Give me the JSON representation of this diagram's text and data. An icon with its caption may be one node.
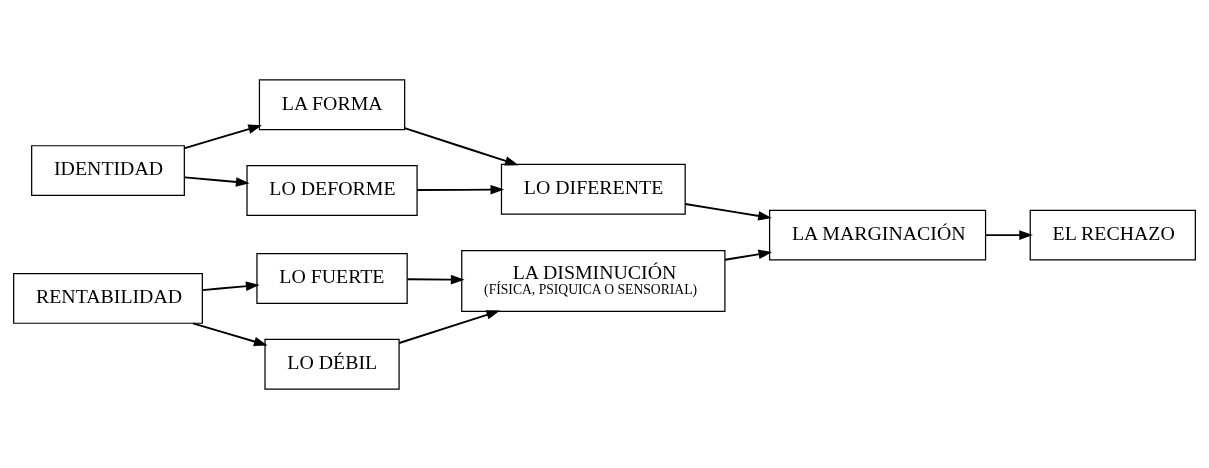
{
  "diagram": {
    "nodes": [
      {
        "text": [
          "IDENTIDAD"
        ]
      },
      {
        "text": [
          "LA FORMA"
        ]
      },
      {
        "text": [
          "LO DEFORME"
        ]
      },
      {
        "text": [
          "LO DIFERENTE"
        ]
      },
      {
        "text": [
          "LA MARGINACIÓN"
        ]
      },
      {
        "text": [
          "EL RECHAZO"
        ]
      },
      {
        "text": [
          "RENTABILIDAD"
        ]
      },
      {
        "text": [
          "LO FUERTE"
        ]
      },
      {
        "text": [
          "LA DISMINUCIÓN",
          "(FÍSICA, PSIQUICA O SENSORIAL)"
        ]
      },
      {
        "text": [
          "LO DÉBIL"
        ]
      }
    ],
    "edges": [
      {
        "from": 0,
        "to": 1,
        "arrow": "to"
      },
      {
        "from": 0,
        "to": 2,
        "arrow": "to"
      },
      {
        "from": 1,
        "to": 3,
        "arrow": "to"
      },
      {
        "from": 2,
        "to": 3,
        "arrow": "to"
      },
      {
        "from": 3,
        "to": 4,
        "arrow": "to"
      },
      {
        "from": 6,
        "to": 7,
        "arrow": "to"
      },
      {
        "from": 6,
        "to": 9,
        "arrow": "to"
      },
      {
        "from": 7,
        "to": 8,
        "arrow": "to"
      },
      {
        "from": 9,
        "to": 8,
        "arrow": "to"
      },
      {
        "from": 8,
        "to": 4,
        "arrow": "to"
      },
      {
        "from": 4,
        "to": 5,
        "arrow": "to"
      }
    ]
  }
}
